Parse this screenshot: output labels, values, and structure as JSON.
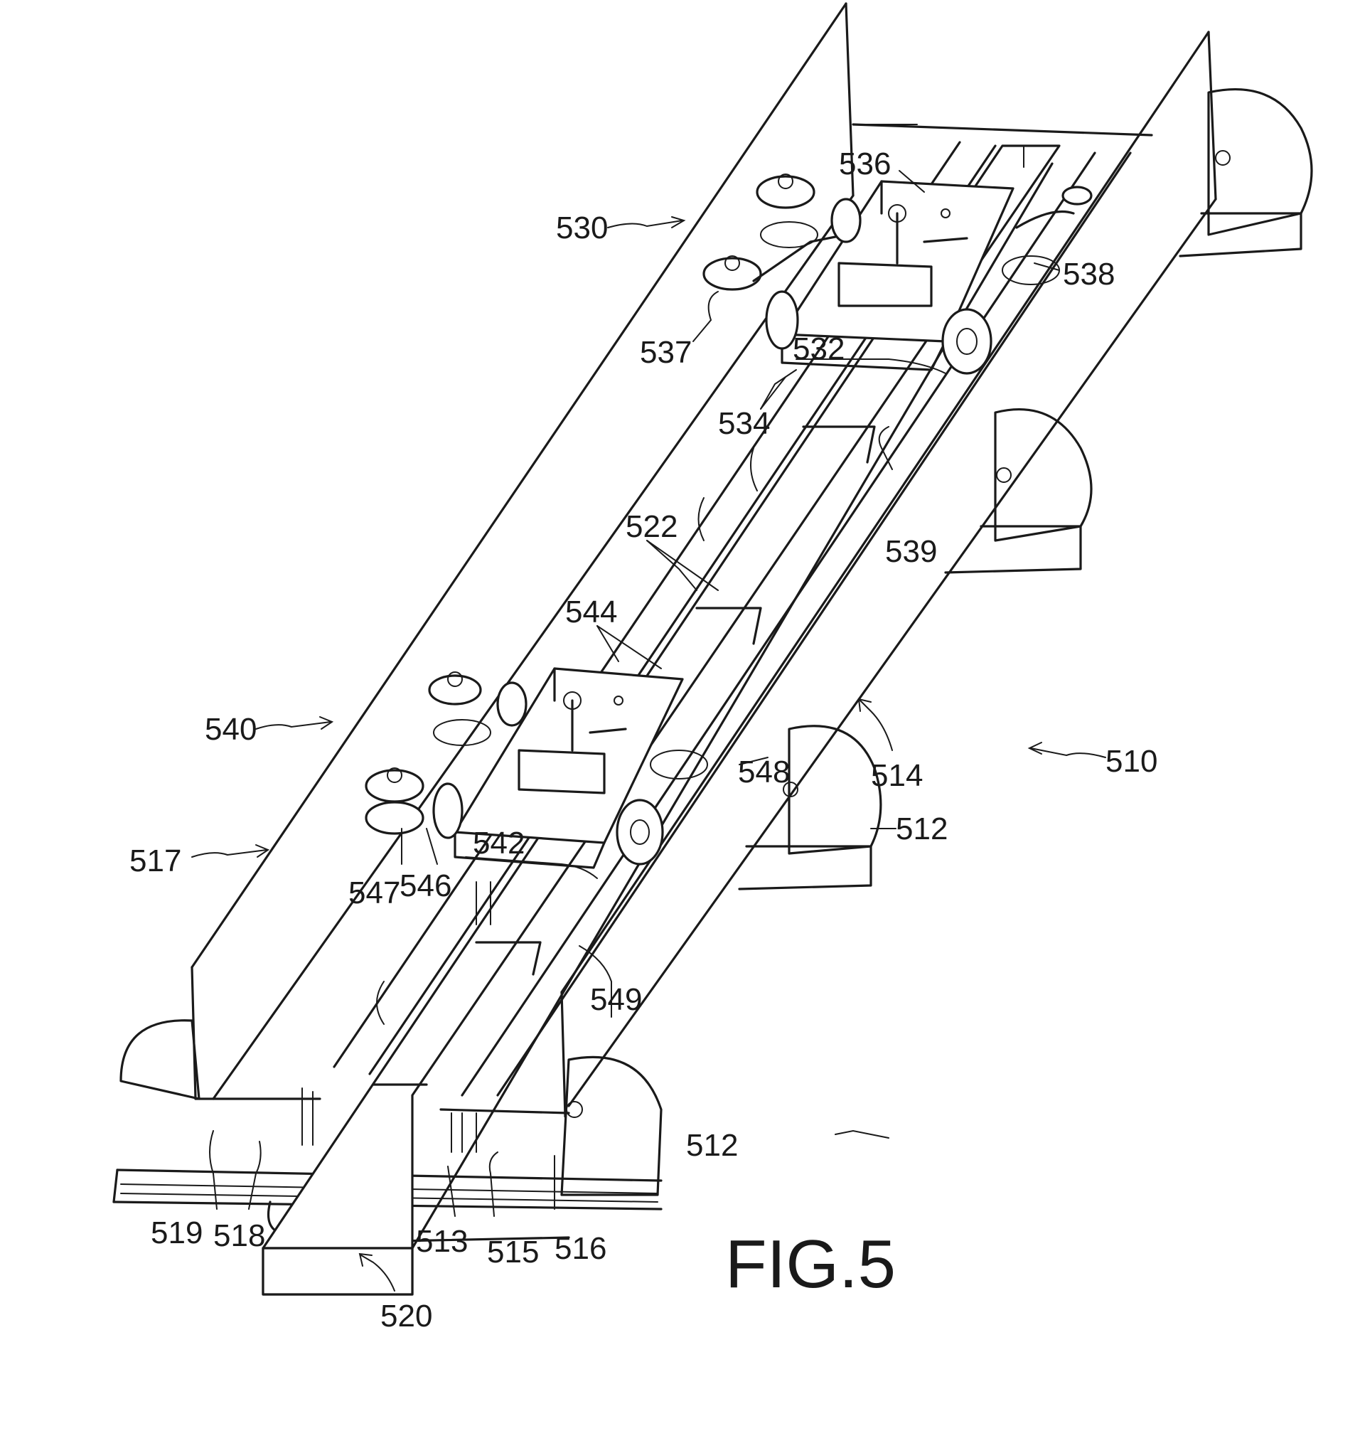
{
  "figure": {
    "title": "FIG.5"
  },
  "labels": {
    "l510": "510",
    "l512a": "512",
    "l512b": "512",
    "l513": "513",
    "l514": "514",
    "l515": "515",
    "l516": "516",
    "l517": "517",
    "l518": "518",
    "l519": "519",
    "l520": "520",
    "l522": "522",
    "l530": "530",
    "l532": "532",
    "l534": "534",
    "l536": "536",
    "l537": "537",
    "l538": "538",
    "l539": "539",
    "l540": "540",
    "l542": "542",
    "l544": "544",
    "l546": "546",
    "l547": "547",
    "l548": "548",
    "l549": "549"
  }
}
